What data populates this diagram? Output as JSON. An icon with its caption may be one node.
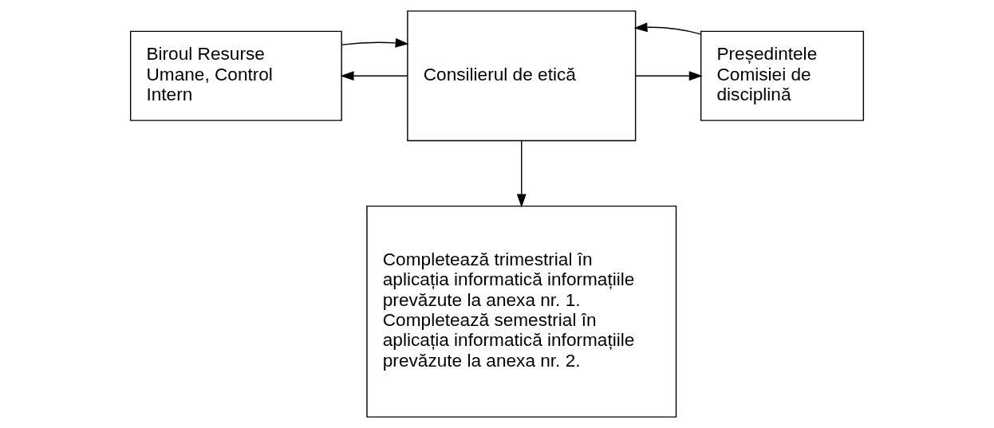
{
  "diagram": {
    "nodes": [
      {
        "text": [
          "Biroul Resurse Umane, Control Intern"
        ]
      },
      {
        "text": [
          "Consilierul de etică"
        ]
      },
      {
        "text": [
          "Președintele Comisiei de disciplină"
        ]
      },
      {
        "text": [
          "Completează trimestrial în aplicația informatică informațiile prevăzute la anexa nr. 1.",
          "Completează semestrial în aplicația informatică informațiile prevăzute la anexa nr. 2."
        ]
      }
    ],
    "edges": [
      {
        "from": 1,
        "to": 0,
        "arrow": "to"
      },
      {
        "from": 0,
        "to": 1,
        "arrow": "to"
      },
      {
        "from": 1,
        "to": 2,
        "arrow": "to"
      },
      {
        "from": 2,
        "to": 1,
        "arrow": "to"
      },
      {
        "from": 1,
        "to": 3,
        "arrow": "to"
      }
    ]
  }
}
